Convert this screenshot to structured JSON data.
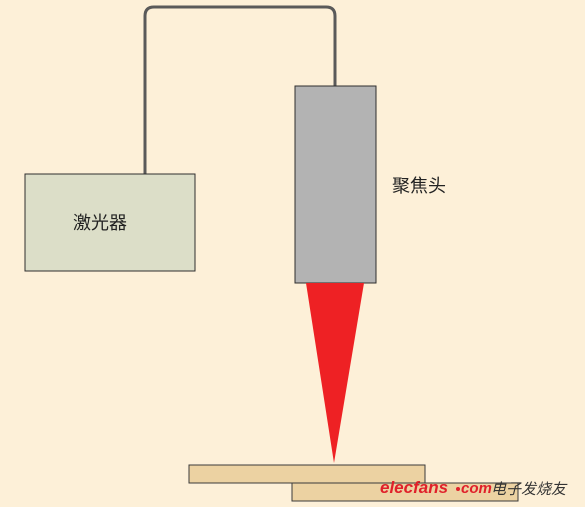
{
  "diagram": {
    "laser_label": "激光器",
    "focus_head_label": "聚焦头",
    "colors": {
      "background": "#fdf0d8",
      "laser_box": "#dcdec8",
      "focus_head": "#b3b3b3",
      "beam": "#ee2124",
      "cable": "#555555",
      "workpiece": "#ecd2a2"
    }
  },
  "watermark": {
    "site": "elecfans",
    "domain": "com",
    "chinese": "电子发烧友"
  }
}
